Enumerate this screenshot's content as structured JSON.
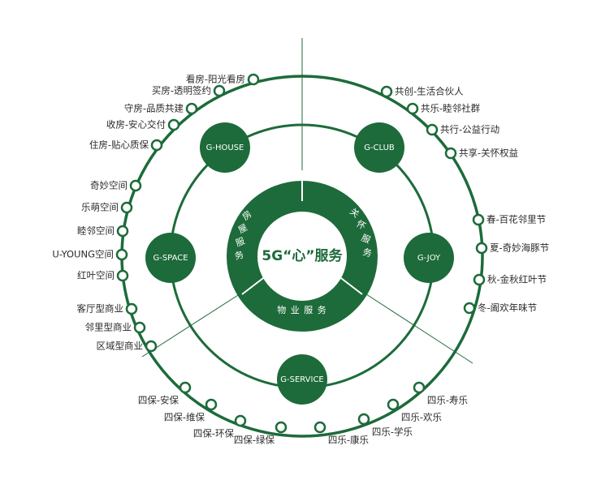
{
  "colors": {
    "green": "#1d6b3a",
    "text": "#2b2b2b",
    "background": "#ffffff"
  },
  "center_title": "5G“心”服务",
  "segments": {
    "top_left": [
      "房",
      "屋",
      "服",
      "务"
    ],
    "top_right": [
      "关",
      "怀",
      "服",
      "务"
    ],
    "bottom": "物 业 服 务"
  },
  "hubs": {
    "house": "G-HOUSE",
    "club": "G-CLUB",
    "space": "G-SPACE",
    "joy": "G-JOY",
    "service": "G-SERVICE"
  },
  "house_items": [
    "看房-阳光看房",
    "买房-透明签约",
    "守房-品质共建",
    "收房-安心交付",
    "住房-贴心质保"
  ],
  "club_items": [
    "共创-生活合伙人",
    "共乐-睦邻社群",
    "共行-公益行动",
    "共享-关怀权益"
  ],
  "space_items": [
    "奇妙空间",
    "乐萌空间",
    "睦邻空间",
    "U-YOUNG空间",
    "红叶空间"
  ],
  "commerce_items": [
    "客厅型商业",
    "邻里型商业",
    "区域型商业"
  ],
  "joy_items": [
    "春-百花邻里节",
    "夏-奇妙海豚节",
    "秋-金秋红叶节",
    "冬-阖欢年味节"
  ],
  "service_bao": [
    "四保-安保",
    "四保-维保",
    "四保-环保",
    "四保-绿保"
  ],
  "service_le": [
    "四乐-寿乐",
    "四乐-欢乐",
    "四乐-学乐",
    "四乐-康乐"
  ]
}
